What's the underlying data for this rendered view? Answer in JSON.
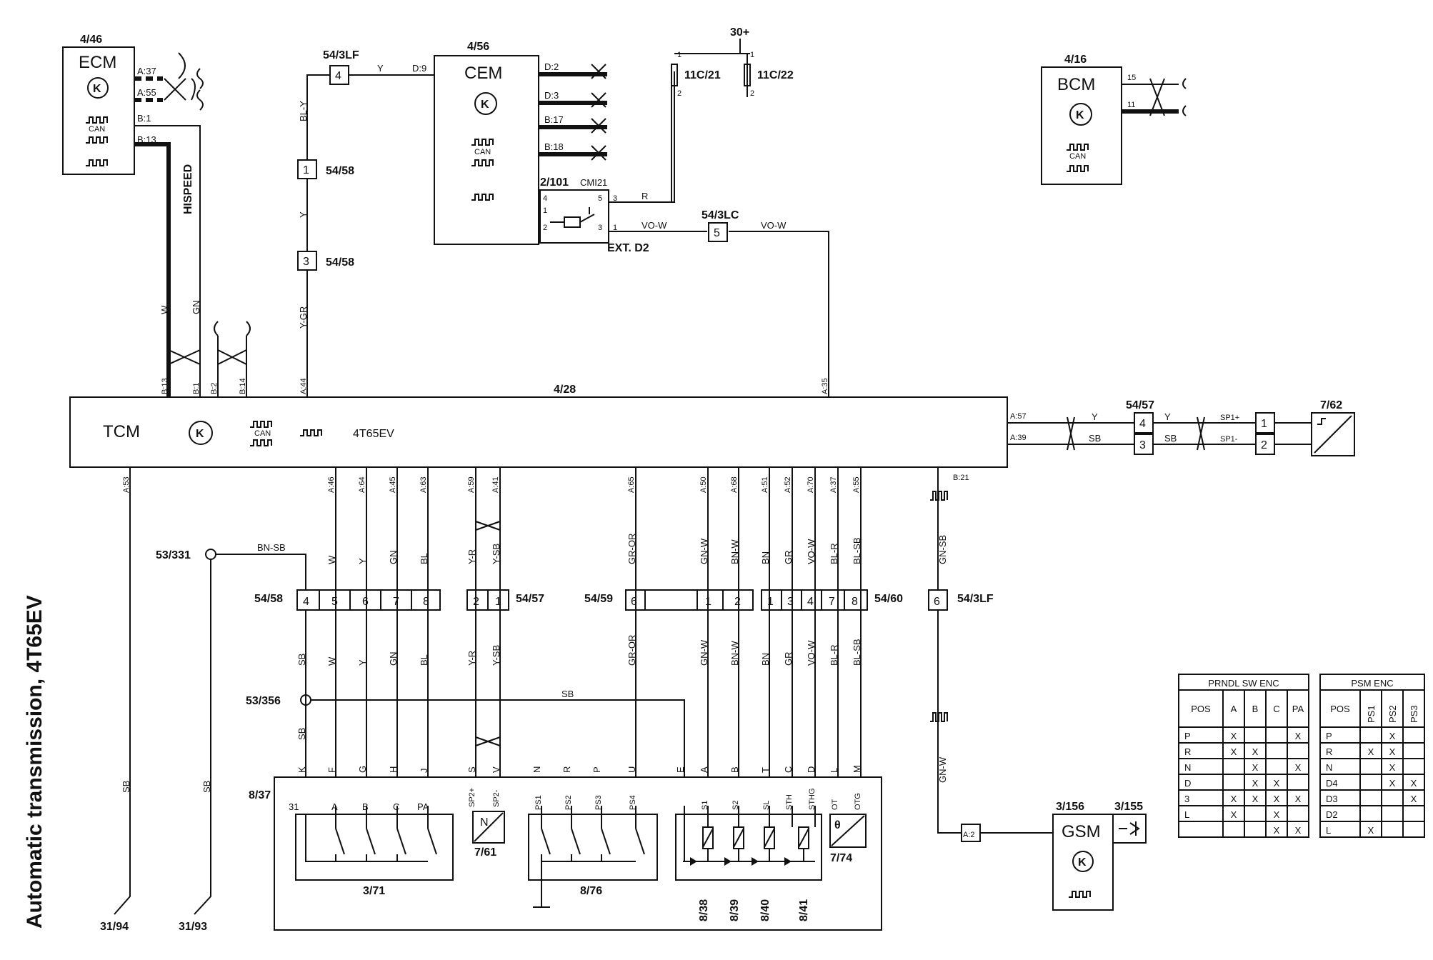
{
  "title": "Automatic transmission, 4T65EV",
  "modules": {
    "ecm": {
      "ref": "4/46",
      "name": "ECM",
      "pins": [
        "A:37",
        "A:55",
        "B:1",
        "B:13"
      ],
      "can": "CAN"
    },
    "cem": {
      "ref": "4/56",
      "name": "CEM",
      "pins": [
        "D:2",
        "D:3",
        "B:17",
        "B:18",
        "D:9"
      ],
      "can": "CAN",
      "sub_ref": "2/101",
      "sub_name": "CMI21",
      "sub_pins": [
        "4",
        "5",
        "3",
        "1",
        "2",
        "3",
        "1"
      ],
      "ext": "EXT. D2"
    },
    "bcm": {
      "ref": "4/16",
      "name": "BCM",
      "pins": [
        "15",
        "11"
      ],
      "can": "CAN"
    },
    "tcm": {
      "ref": "4/28",
      "name": "TCM",
      "model": "4T65EV",
      "can": "CAN",
      "top_pins": [
        "B:13",
        "B:1",
        "B:2",
        "B:14",
        "A:44",
        "A:35"
      ],
      "right_pins": [
        "A:57",
        "A:39"
      ],
      "bottom_pins": [
        "A:53",
        "A:46",
        "A:64",
        "A:45",
        "A:63",
        "A:59",
        "A:41",
        "A:65",
        "A:50",
        "A:68",
        "A:51",
        "A:52",
        "A:70",
        "A:37",
        "A:55",
        "B:21"
      ]
    },
    "gsm": {
      "ref": "3/156",
      "name": "GSM",
      "pin": "A:2"
    },
    "gsm_switch": {
      "ref": "3/155"
    }
  },
  "fuses": {
    "supply": "30+",
    "f1": "11C/21",
    "f2": "11C/22",
    "p1": "1",
    "p2": "2"
  },
  "labels": {
    "hispeed": "HISPEED",
    "c54_3lf": "54/3LF",
    "c54_58": "54/58",
    "c54_3lc": "54/3LC",
    "c54_57": "54/57",
    "c54_59": "54/59",
    "c54_60": "54/60",
    "c53_331": "53/331",
    "c53_356": "53/356",
    "c8_37": "8/37",
    "c3_71": "3/71",
    "c8_76": "8/76",
    "c7_61": "7/61",
    "c7_62": "7/62",
    "c7_74": "7/74",
    "c8_38": "8/38",
    "c8_39": "8/39",
    "c8_40": "8/40",
    "c8_41": "8/41",
    "g31_94": "31/94",
    "g31_93": "31/93"
  },
  "wires": {
    "y": "Y",
    "bly": "BL-Y",
    "ygr": "Y-GR",
    "vow": "VO-W",
    "w": "W",
    "gn": "GN",
    "sb": "SB",
    "bnsb": "BN-SB",
    "bl": "BL",
    "yr": "Y-R",
    "ysb": "Y-SB",
    "gror": "GR-OR",
    "gnw": "GN-W",
    "bnw": "BN-W",
    "bn": "BN",
    "gr": "GR",
    "blr": "BL-R",
    "blsb": "BL-SB",
    "gnsb": "GN-SB",
    "r": "R",
    "sp1p": "SP1+",
    "sp1m": "SP1-"
  },
  "connector_pins": {
    "c54_3lf_top": "4",
    "c54_58_a": "1",
    "c54_58_b": "3",
    "c54_3lc": "5",
    "c54_58_row": [
      "4",
      "5",
      "6",
      "7",
      "8"
    ],
    "c54_57_row": [
      "2",
      "1"
    ],
    "c54_59_row": [
      "6",
      "1",
      "2"
    ],
    "c54_60_row": [
      "1",
      "3",
      "4",
      "7",
      "8"
    ],
    "c54_3lf_bot": "6",
    "c54_57_right": [
      "4",
      "3"
    ],
    "c7_62_pins": [
      "1",
      "2"
    ]
  },
  "unit_837_pins": [
    "K",
    "F",
    "G",
    "H",
    "J",
    "S",
    "V",
    "N",
    "R",
    "P",
    "U",
    "E",
    "A",
    "B",
    "T",
    "C",
    "D",
    "L",
    "M"
  ],
  "switch_labels_371": [
    "31",
    "A",
    "B",
    "C",
    "PA"
  ],
  "sensor_761": [
    "SP2+",
    "SP2-"
  ],
  "switch_labels_876": [
    "PS1",
    "PS2",
    "PS3",
    "PS4"
  ],
  "solenoid_labels": [
    "S1",
    "S2",
    "SL",
    "STH",
    "STHG"
  ],
  "temp_labels": [
    "OT",
    "OTG"
  ],
  "n_label": "N",
  "prndl": {
    "title": "PRNDL SW ENC",
    "headers": [
      "POS",
      "A",
      "B",
      "C",
      "PA"
    ],
    "rows": [
      [
        "P",
        "X",
        "",
        "",
        "X"
      ],
      [
        "R",
        "X",
        "X",
        "",
        ""
      ],
      [
        "N",
        "",
        "X",
        "",
        "X"
      ],
      [
        "D",
        "",
        "X",
        "X",
        ""
      ],
      [
        "3",
        "X",
        "X",
        "X",
        "X"
      ],
      [
        "L",
        "X",
        "",
        "X",
        ""
      ],
      [
        "",
        "",
        "",
        "X",
        "X"
      ]
    ]
  },
  "psm": {
    "title": "PSM ENC",
    "headers": [
      "POS",
      "PS1",
      "PS2",
      "PS3"
    ],
    "rows": [
      [
        "P",
        "",
        "X",
        ""
      ],
      [
        "R",
        "X",
        "X",
        ""
      ],
      [
        "N",
        "",
        "X",
        ""
      ],
      [
        "D4",
        "",
        "X",
        "X"
      ],
      [
        "D3",
        "",
        "",
        "X"
      ],
      [
        "D2",
        "",
        "",
        ""
      ],
      [
        "L",
        "X",
        "",
        ""
      ]
    ]
  }
}
